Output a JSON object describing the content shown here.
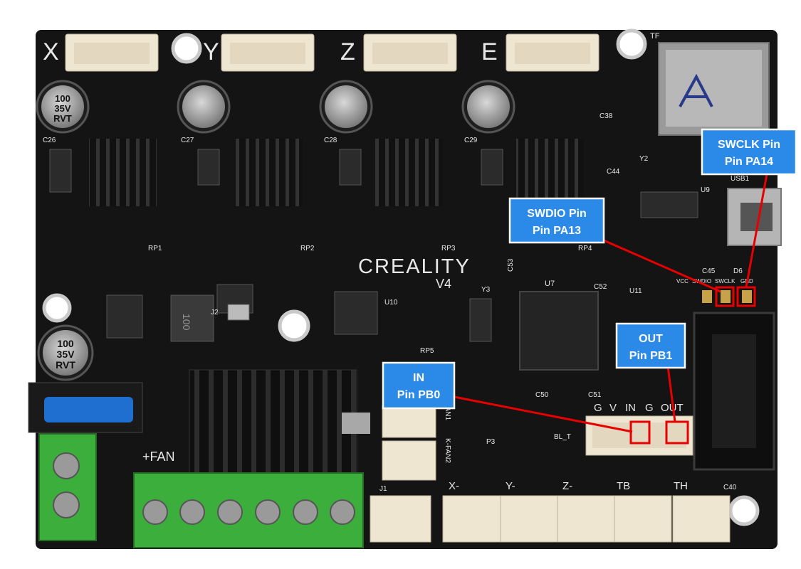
{
  "board": {
    "brand": "CREALITY",
    "version": "V4",
    "axis_labels": [
      "X",
      "Y",
      "Z",
      "E"
    ],
    "sd_slot_label": "TF",
    "usb_label": "USB1",
    "capacitor_text": [
      "100",
      "35V",
      "RVT"
    ],
    "inductor_text": "100",
    "rp_labels": [
      "RP1",
      "RP2",
      "RP3",
      "RP4",
      "RP5"
    ],
    "bl_header_label": "BL_T",
    "bl_pin_labels": [
      "G",
      "V",
      "IN",
      "G",
      "OUT"
    ],
    "swd_header_labels": [
      "VCC",
      "SWDIO",
      "SWCLK",
      "GND"
    ],
    "bottom_connector_labels": [
      "X-",
      "Y-",
      "Z-",
      "TB",
      "TH"
    ],
    "fan_labels": [
      "FAN1",
      "K-FAN2"
    ],
    "power_label": "+FAN",
    "chip_labels": [
      "U7",
      "U10",
      "U11",
      "U9",
      "Y3",
      "Y2",
      "J1",
      "J2",
      "P3",
      "D6"
    ],
    "capacitor_refs": [
      "C26",
      "C27",
      "C28",
      "C29",
      "C38",
      "C44",
      "C45",
      "C50",
      "C51",
      "C52",
      "C53",
      "C40"
    ]
  },
  "callouts": {
    "swclk": {
      "line1": "SWCLK Pin",
      "line2": "Pin PA14"
    },
    "swdio": {
      "line1": "SWDIO Pin",
      "line2": "Pin PA13"
    },
    "out": {
      "line1": "OUT",
      "line2": "Pin PB1"
    },
    "in": {
      "line1": "IN",
      "line2": "Pin PB0"
    }
  },
  "colors": {
    "pcb": "#141414",
    "callout": "#2b8ae8",
    "highlight": "#e60000",
    "terminal_green": "#3cae3c",
    "connector_white": "#efe6d2"
  }
}
